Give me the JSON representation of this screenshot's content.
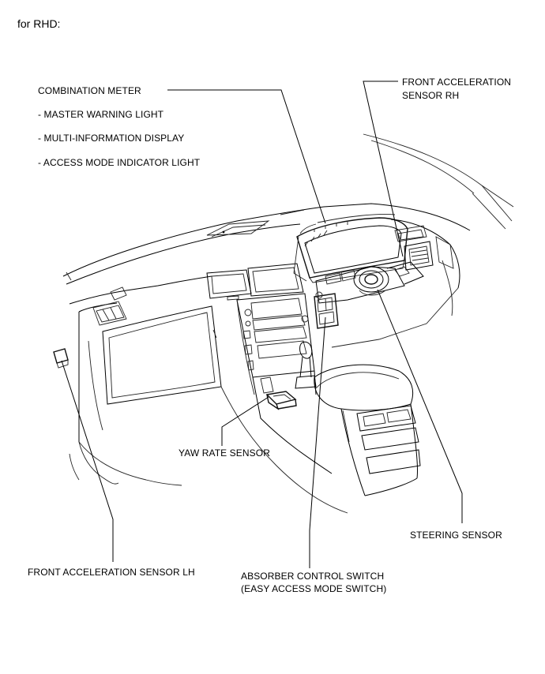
{
  "header": {
    "text": "for RHD:"
  },
  "labels": {
    "combination_meter": "COMBINATION METER",
    "master_warning": "- MASTER WARNING LIGHT",
    "multi_info": "- MULTI-INFORMATION DISPLAY",
    "access_mode": "- ACCESS MODE INDICATOR LIGHT",
    "front_accel_rh_1": "FRONT ACCELERATION",
    "front_accel_rh_2": "SENSOR RH",
    "yaw_rate": "YAW RATE SENSOR",
    "steering_sensor": "STEERING SENSOR",
    "front_accel_lh": "FRONT ACCELERATION SENSOR LH",
    "absorber_1": "ABSORBER CONTROL SWITCH",
    "absorber_2": "(EASY ACCESS MODE SWITCH)"
  }
}
